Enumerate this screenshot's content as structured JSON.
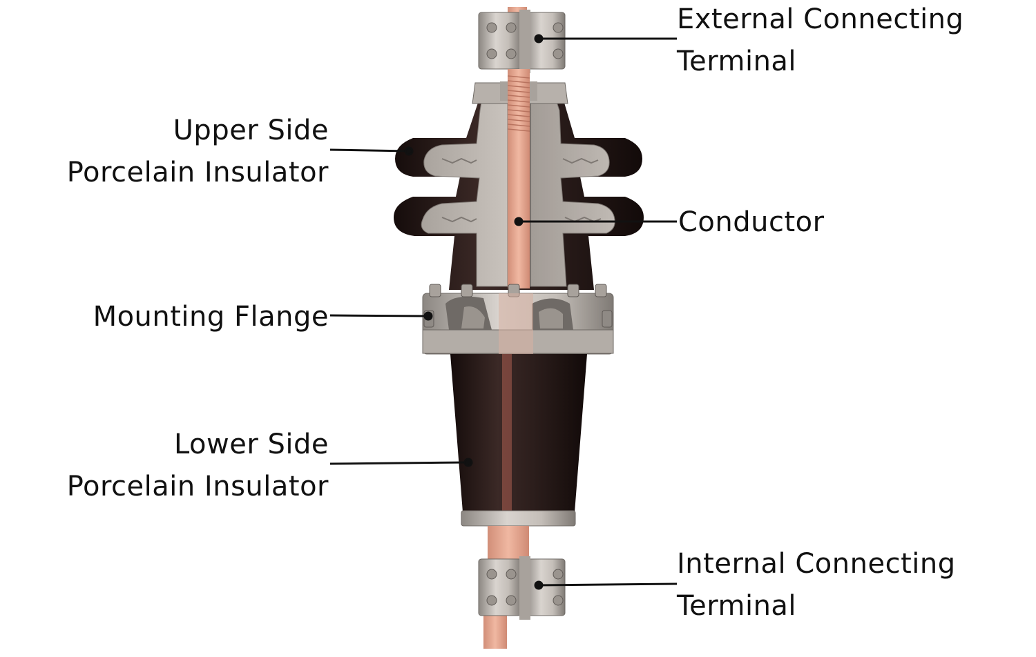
{
  "labels": {
    "external_terminal": [
      "External Connecting",
      "Terminal"
    ],
    "upper_insulator": [
      "Upper Side",
      "Porcelain Insulator"
    ],
    "conductor": "Conductor",
    "mounting_flange": "Mounting Flange",
    "lower_insulator": [
      "Lower Side",
      "Porcelain Insulator"
    ],
    "internal_terminal": [
      "Internal Connecting",
      "Terminal"
    ]
  },
  "colors": {
    "copper": "#e3a48c",
    "copper_dark": "#c98470",
    "porcelain": "#2a1e1c",
    "porcelain_edge": "#000000",
    "metal": "#bdb7b1",
    "metal_dark": "#8f8a85",
    "leader": "#111111"
  }
}
